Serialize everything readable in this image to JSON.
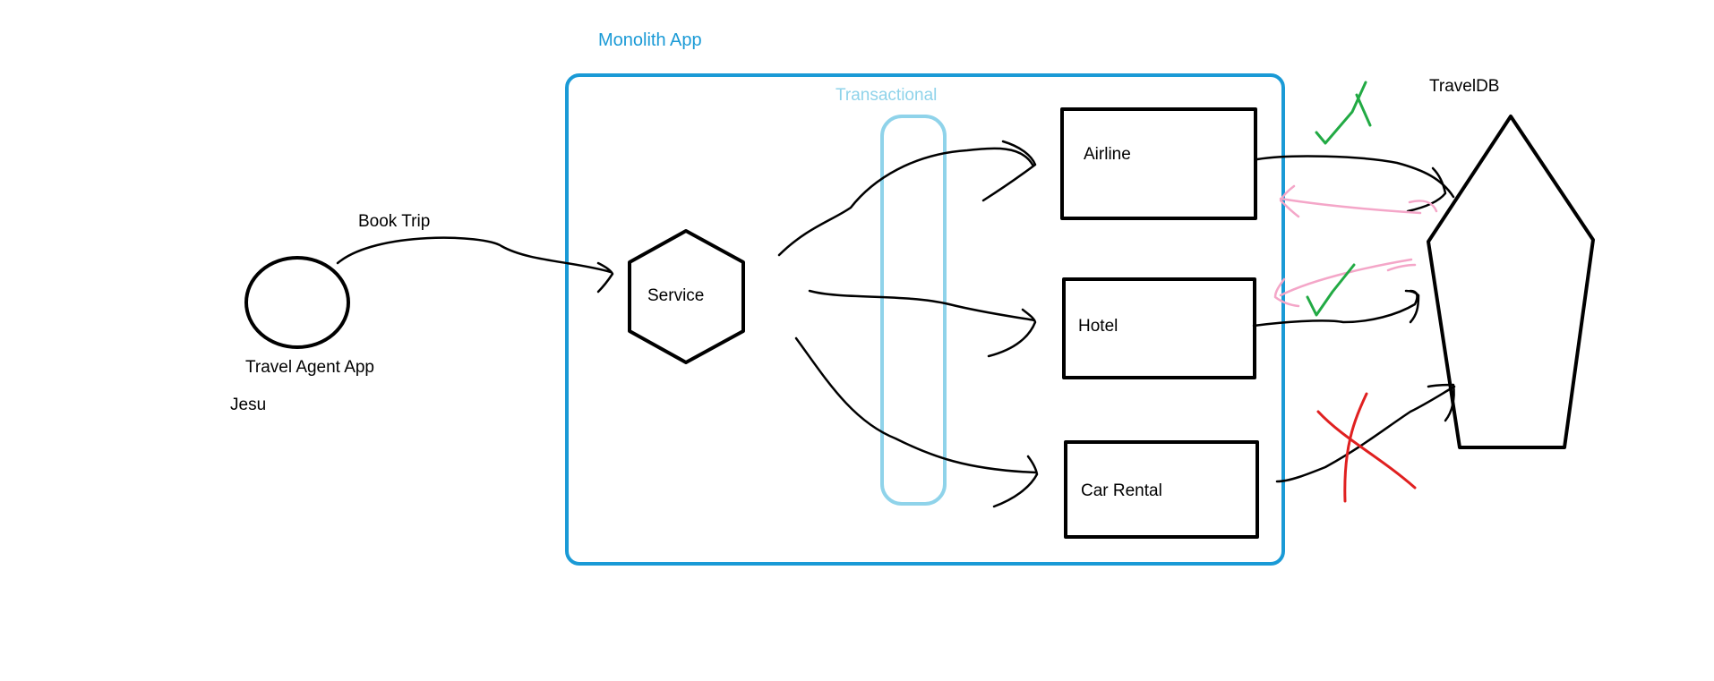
{
  "monolith": {
    "label": "Monolith App",
    "color": "#1a9ad6"
  },
  "transactional": {
    "label": "Transactional",
    "color": "#8fd3ea"
  },
  "client": {
    "app_label": "Travel Agent App",
    "user_label": "Jesu"
  },
  "request": {
    "label": "Book Trip"
  },
  "service": {
    "label": "Service"
  },
  "components": {
    "airline": "Airline",
    "hotel": "Hotel",
    "car_rental": "Car Rental"
  },
  "database": {
    "label": "TravelDB"
  },
  "marks": {
    "success_color": "#22aa44",
    "failure_color": "#e02020",
    "rollback_color": "#f4a6c8"
  }
}
